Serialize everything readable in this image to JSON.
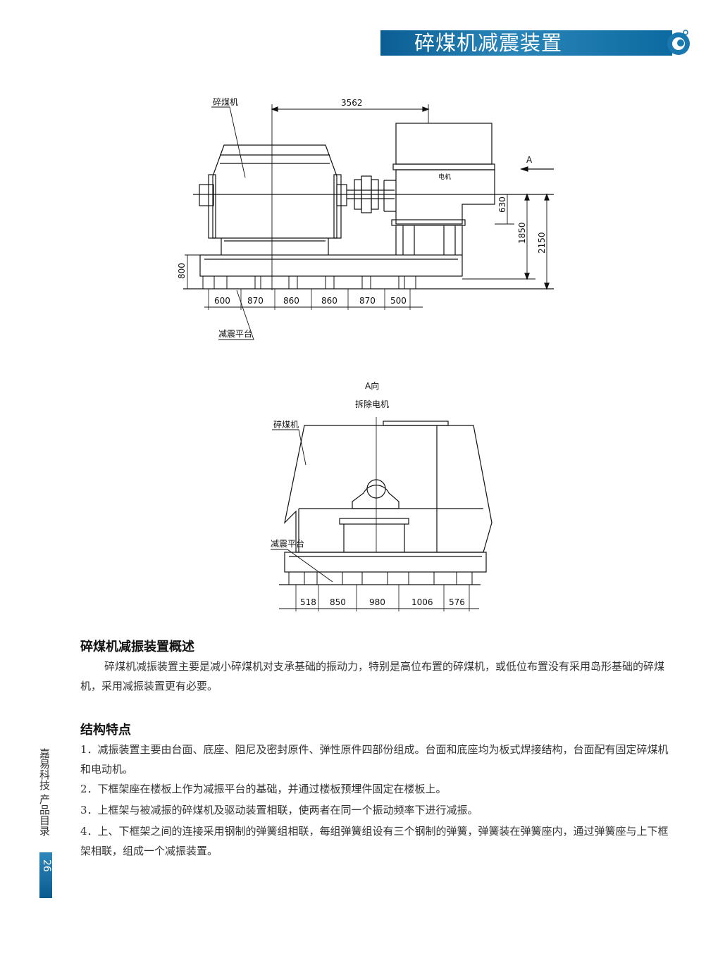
{
  "header": {
    "title": "碎煤机减震装置",
    "logo_icon": "company-logo-icon",
    "accent": "#0a5e93"
  },
  "drawing1": {
    "label_crusher": "碎煤机",
    "label_motor": "电机",
    "label_platform": "减震平台",
    "view_mark": "A",
    "dim_top": "3562",
    "dim_630": "630",
    "dim_1850": "1850",
    "dim_2150": "2150",
    "dim_800": "800",
    "bottom_dims": [
      "600",
      "870",
      "860",
      "860",
      "870",
      "500"
    ]
  },
  "drawing2": {
    "view_title": "A向",
    "view_subtitle": "拆除电机",
    "label_crusher": "碎煤机",
    "label_platform": "减震平台",
    "bottom_dims": [
      "518",
      "850",
      "980",
      "1006",
      "576"
    ]
  },
  "overview": {
    "title": "碎煤机减振装置概述",
    "body": "碎煤机减振装置主要是减小碎煤机对支承基础的振动力，特别是高位布置的碎煤机，或低位布置没有采用岛形基础的碎煤机，采用减振装置更有必要。"
  },
  "features": {
    "title": "结构特点",
    "items": [
      "1．减振装置主要由台面、底座、阻尼及密封原件、弹性原件四部份组成。台面和底座均为板式焊接结构，台面配有固定碎煤机和电动机。",
      "2．下框架座在楼板上作为减振平台的基础，并通过楼板预埋件固定在楼板上。",
      "3．上框架与被减振的碎煤机及驱动装置相联，使两者在同一个振动频率下进行减振。",
      "4．上、下框架之间的连接采用钢制的弹簧组相联，每组弹簧组设有三个钢制的弹簧，弹簧装在弹簧座内，通过弹簧座与上下框架相联，组成一个减振装置。"
    ]
  },
  "sidebar": {
    "catalog": "嘉易科技 产品目录",
    "page_number": "26"
  }
}
